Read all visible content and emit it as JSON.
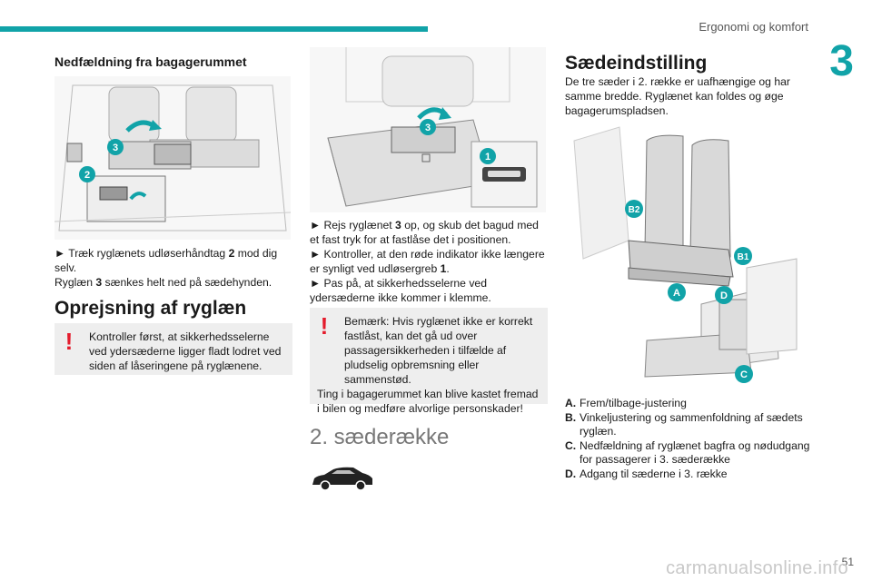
{
  "header": {
    "title": "Ergonomi og komfort",
    "chapter": "3"
  },
  "footer": {
    "page_number": "51",
    "watermark": "carmanualsonline.info"
  },
  "col1": {
    "heading": "Nedfældning fra bagagerummet",
    "step1_a": "► Træk ryglænets udløserhåndtag ",
    "step1_b": "2",
    "step1_c": " mod dig selv.",
    "step2_a": "Ryglæn ",
    "step2_b": "3",
    "step2_c": " sænkes helt ned på sædehynden.",
    "section": "Oprejsning af ryglæn",
    "warning": "Kontroller først, at sikkerhedsselerne ved ydersæderne ligger fladt lodret ved siden af låseringene på ryglænene.",
    "labels": [
      "3",
      "2"
    ]
  },
  "col2": {
    "step1_a": "► Rejs ryglænet ",
    "step1_b": "3",
    "step1_c": " op, og skub det bagud med et fast tryk for at fastlåse det i positionen.",
    "step2_a": "► Kontroller, at den røde indikator ikke længere er synligt ved udløsergreb ",
    "step2_b": "1",
    "step2_c": ".",
    "step3": "► Pas på, at sikkerhedsselerne ved ydersæderne ikke kommer i klemme.",
    "warn_line1": "Bemærk: Hvis ryglænet ikke er korrekt fastlåst, kan det gå ud over passagersikkerheden i tilfælde af pludselig opbremsning eller sammenstød.",
    "warn_line2": "Ting i bagagerummet kan blive kastet fremad i bilen og medføre alvorlige personskader!",
    "section": "2. sæderække",
    "labels": [
      "3",
      "1"
    ]
  },
  "col3": {
    "title": "Sædeindstilling",
    "intro": "De tre sæder i 2. række er uafhængige og har samme bredde. Ryglænet kan foldes og øge bagagerumspladsen.",
    "labels": [
      "B2",
      "B1",
      "A",
      "D",
      "C"
    ],
    "legend": [
      {
        "key": "A.",
        "text": "Frem/tilbage-justering"
      },
      {
        "key": "B.",
        "text": "Vinkeljustering og sammenfoldning af sædets ryglæn."
      },
      {
        "key": "C.",
        "text": "Nedfældning af ryglænet bagfra og nødudgang for passagerer i 3. sæderække"
      },
      {
        "key": "D.",
        "text": "Adgang til sæderne i 3. række"
      }
    ]
  },
  "colors": {
    "accent": "#11a3a8",
    "warning": "#e41b2c",
    "box_bg": "#eeeeee"
  }
}
